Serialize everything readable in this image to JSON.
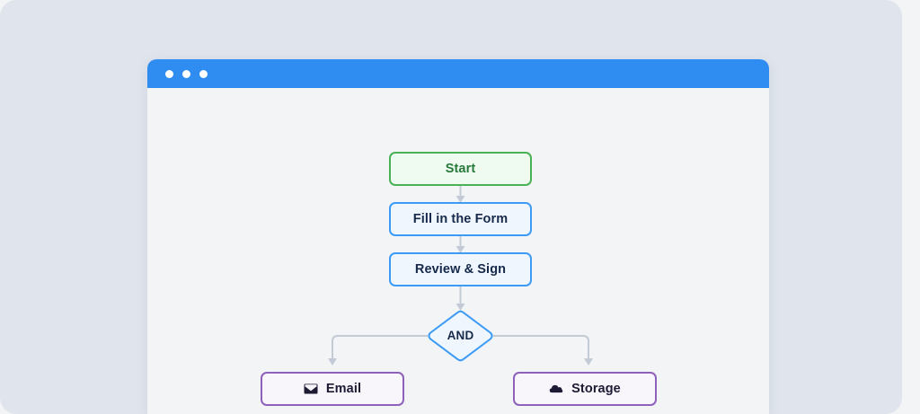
{
  "window": {
    "titlebar": {
      "dots": [
        "dot-red",
        "dot-yellow",
        "dot-green"
      ],
      "accent_color": "#2f8cf0"
    }
  },
  "diagram": {
    "type": "flowchart",
    "nodes": [
      {
        "id": "start",
        "label": "Start",
        "shape": "rounded-rect",
        "style": "success",
        "border_color": "#49b254",
        "fill_color": "#effbf0",
        "text_color": "#25793a",
        "icon": null
      },
      {
        "id": "fill-form",
        "label": "Fill in the Form",
        "shape": "rounded-rect",
        "style": "primary",
        "border_color": "#3d9bf5",
        "fill_color": "#eff6fe",
        "text_color": "#16294b",
        "icon": null
      },
      {
        "id": "review-sign",
        "label": "Review & Sign",
        "shape": "rounded-rect",
        "style": "primary",
        "border_color": "#3d9bf5",
        "fill_color": "#eff6fe",
        "text_color": "#16294b",
        "icon": null
      },
      {
        "id": "and-gate",
        "label": "AND",
        "shape": "diamond",
        "style": "primary",
        "border_color": "#3d9bf5",
        "fill_color": "#eff6fe",
        "text_color": "#16294b",
        "icon": null
      },
      {
        "id": "email",
        "label": "Email",
        "shape": "rounded-rect",
        "style": "action",
        "border_color": "#8e61ba",
        "fill_color": "#f8f5fb",
        "text_color": "#1d1b34",
        "icon": "envelope-icon"
      },
      {
        "id": "storage",
        "label": "Storage",
        "shape": "rounded-rect",
        "style": "action",
        "border_color": "#8e61ba",
        "fill_color": "#f8f5fb",
        "text_color": "#1d1b34",
        "icon": "cloud-icon"
      }
    ],
    "edges": [
      {
        "from": "start",
        "to": "fill-form",
        "kind": "straight-down",
        "arrow": true
      },
      {
        "from": "fill-form",
        "to": "review-sign",
        "kind": "straight-down",
        "arrow": true
      },
      {
        "from": "review-sign",
        "to": "and-gate",
        "kind": "straight-down",
        "arrow": true
      },
      {
        "from": "and-gate",
        "to": "email",
        "kind": "elbow-left",
        "arrow": true
      },
      {
        "from": "and-gate",
        "to": "storage",
        "kind": "elbow-right",
        "arrow": true
      }
    ],
    "edge_color": "#c2cbd6"
  }
}
